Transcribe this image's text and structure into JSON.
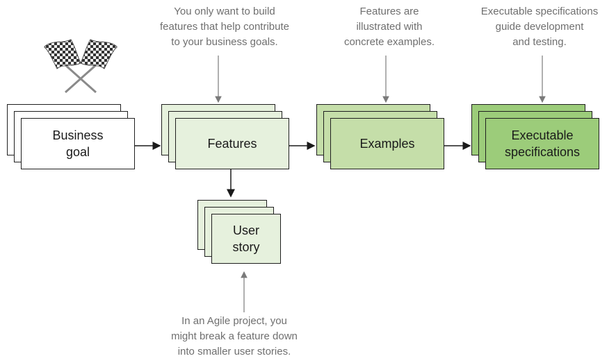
{
  "annotations": {
    "features_note": "You only want to build\nfeatures that help contribute\nto your business goals.",
    "examples_note": "Features are\nillustrated with\nconcrete examples.",
    "specs_note": "Executable specifications\nguide development\nand testing.",
    "story_note": "In an Agile project, you\nmight break a feature down\ninto smaller user stories."
  },
  "boxes": {
    "business_goal": "Business\ngoal",
    "features": "Features",
    "examples": "Examples",
    "executable_specifications": "Executable\nspecifications",
    "user_story": "User\nstory"
  },
  "icons": {
    "flags": "checkered-flags-icon"
  },
  "colors": {
    "business_goal_fill": "#ffffff",
    "features_fill": "#e6f1dd",
    "examples_fill": "#c5dea9",
    "executable_specifications_fill": "#9ccc7a",
    "user_story_fill": "#e6f1dd",
    "annotation_text": "#6f6f6f"
  }
}
